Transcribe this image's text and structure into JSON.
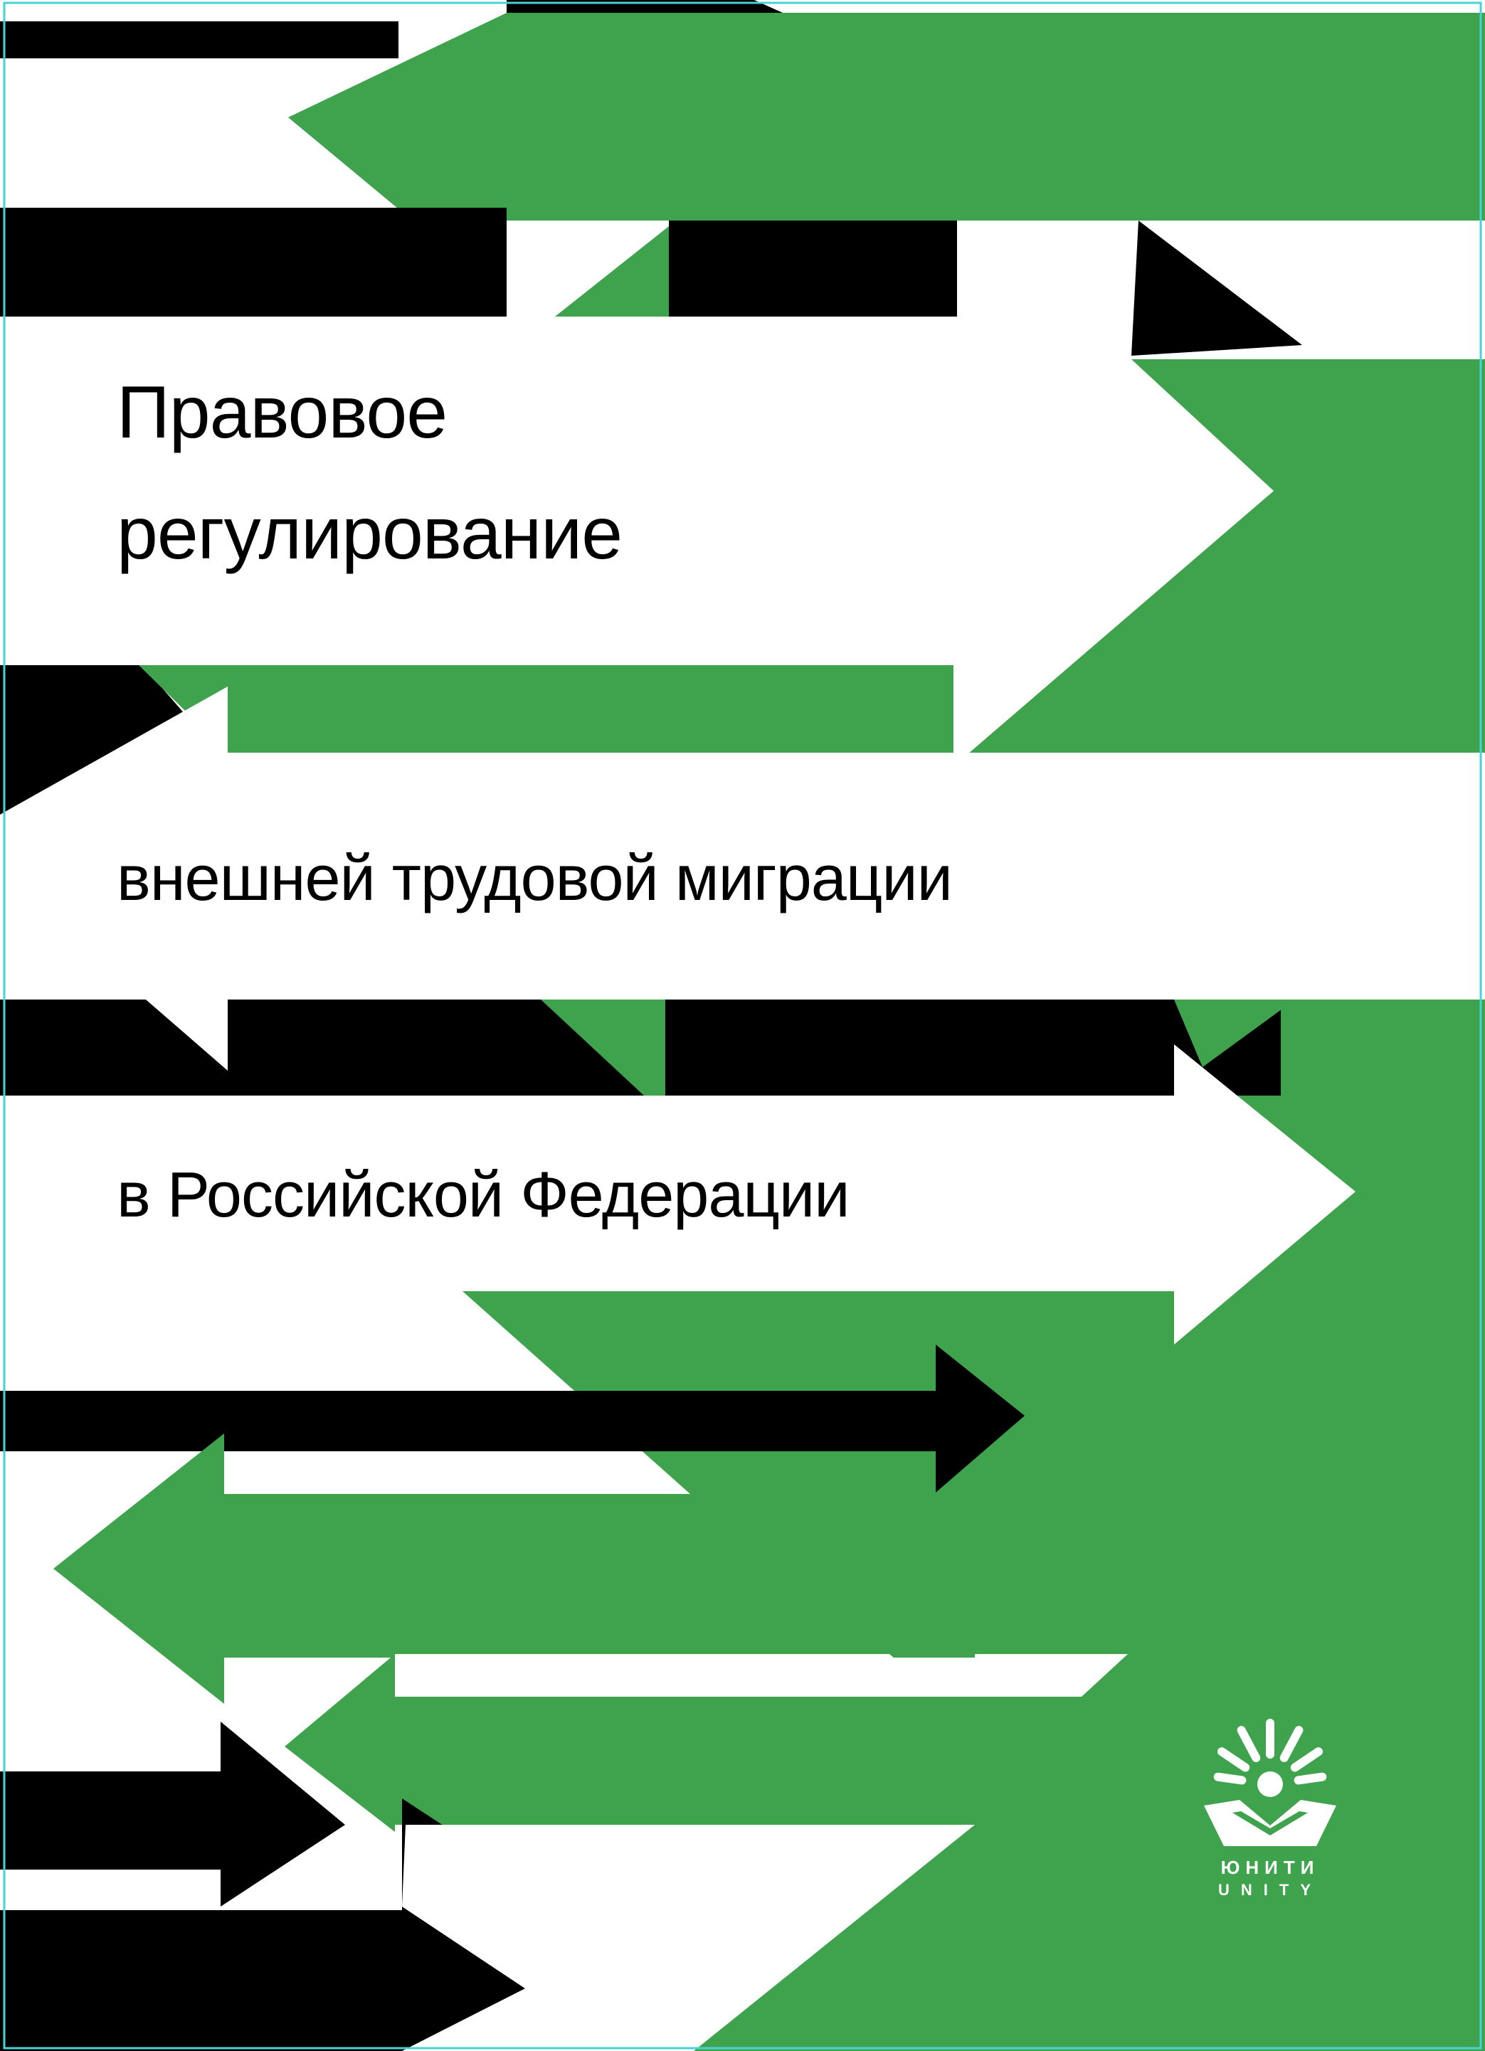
{
  "cover": {
    "title_lines": [
      "Правовое",
      "регулирование",
      "внешней трудовой миграции",
      "в Российской Федерации"
    ]
  },
  "publisher": {
    "name_ru": "ЮНИТИ",
    "name_en": "UNITY",
    "logo_icon": "unity-sunburst-logo-icon"
  },
  "colors": {
    "green": "#3fa34d",
    "black": "#000000",
    "white": "#ffffff",
    "frame": "#46d3d6"
  }
}
